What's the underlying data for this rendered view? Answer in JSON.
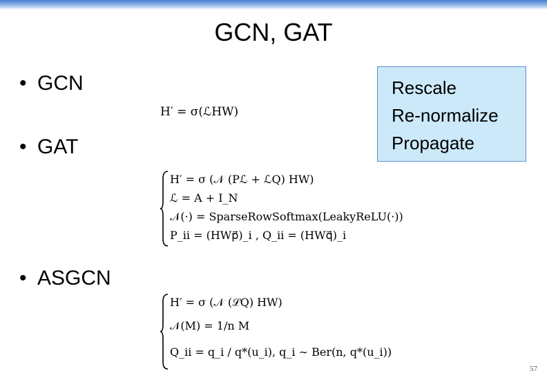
{
  "slide": {
    "title": "GCN, GAT",
    "page_number": "57"
  },
  "bullets": [
    {
      "label": "GCN"
    },
    {
      "label": "GAT"
    },
    {
      "label": "ASGCN"
    }
  ],
  "callout": {
    "items": [
      "Rescale",
      "Re-normalize",
      "Propagate"
    ]
  },
  "equations": {
    "gcn": "H′ = σ(ℒHW)",
    "gat": [
      "H′ = σ (𝒩 (Pℒ + ℒQ) HW)",
      "ℒ = A + I_N",
      "𝒩(·) = SparseRowSoftmax(LeakyReLU(·))",
      "P_ii = (HWp⃗)_i , Q_ii = (HWq⃗)_i"
    ],
    "asgcn": [
      "H′ = σ (𝒩 (ℒQ) HW)",
      "𝒩(M) = 1/n M",
      "Q_ii = q_i / q*(u_i), q_i ∼ Ber(n, q*(u_i))"
    ]
  }
}
